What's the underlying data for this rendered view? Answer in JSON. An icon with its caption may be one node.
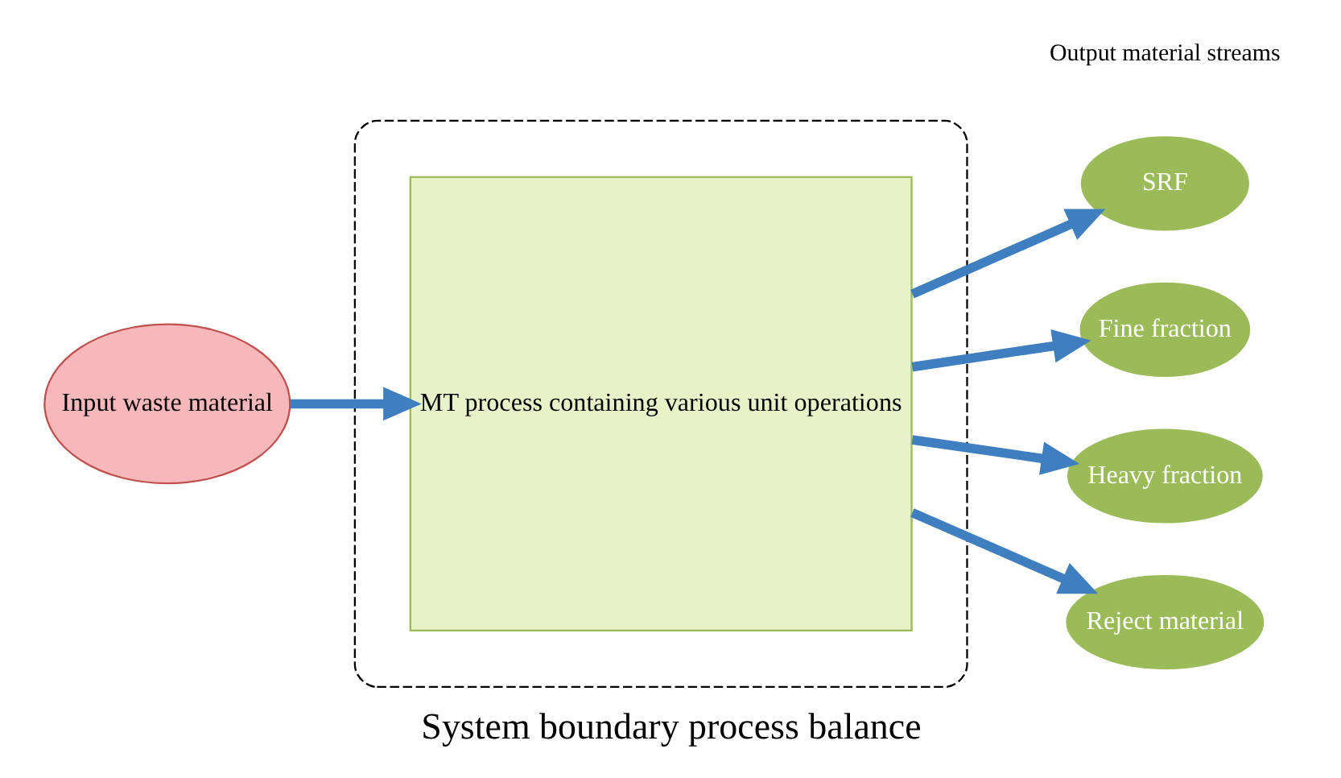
{
  "diagram": {
    "caption": "System boundary process balance",
    "nodes": [
      {
        "text": [
          "Input waste material"
        ]
      },
      {
        "text": [],
        "shape": "box"
      },
      {
        "text": [
          "MT process containing various unit operations"
        ],
        "in": 1
      },
      {
        "text": [
          "SRF"
        ]
      },
      {
        "text": [
          "Fine fraction"
        ]
      },
      {
        "text": [
          "Heavy fraction"
        ]
      },
      {
        "text": [
          "Reject material"
        ]
      }
    ],
    "edges": [
      {
        "from": 0,
        "to": 2,
        "arrow": "to"
      },
      {
        "from": 2,
        "to": 3,
        "arrow": "to"
      },
      {
        "from": 2,
        "to": 4,
        "arrow": "to"
      },
      {
        "from": 2,
        "to": 5,
        "arrow": "to"
      },
      {
        "from": 2,
        "to": 6,
        "arrow": "to"
      }
    ],
    "labels": [
      "Output material streams"
    ]
  }
}
